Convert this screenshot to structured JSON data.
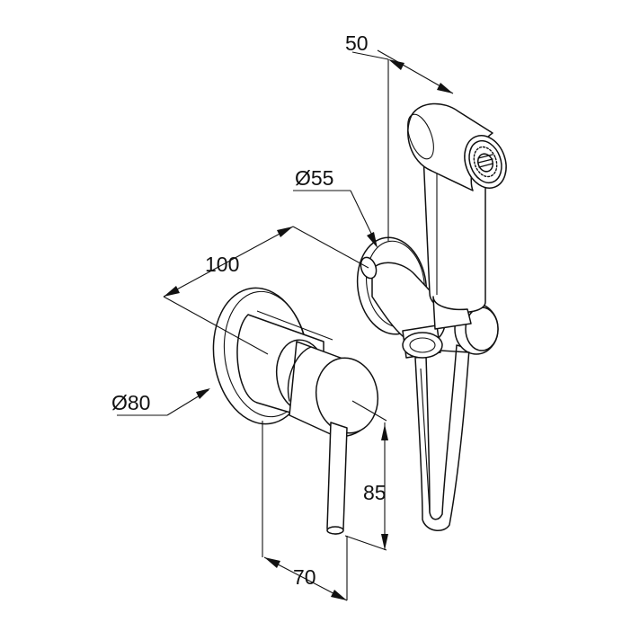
{
  "dimensions": {
    "handshower_diameter": "50",
    "holder_diameter": "Ø55",
    "spacing": "100",
    "rosette_diameter": "Ø80",
    "lever_height": "85",
    "projection": "70"
  }
}
